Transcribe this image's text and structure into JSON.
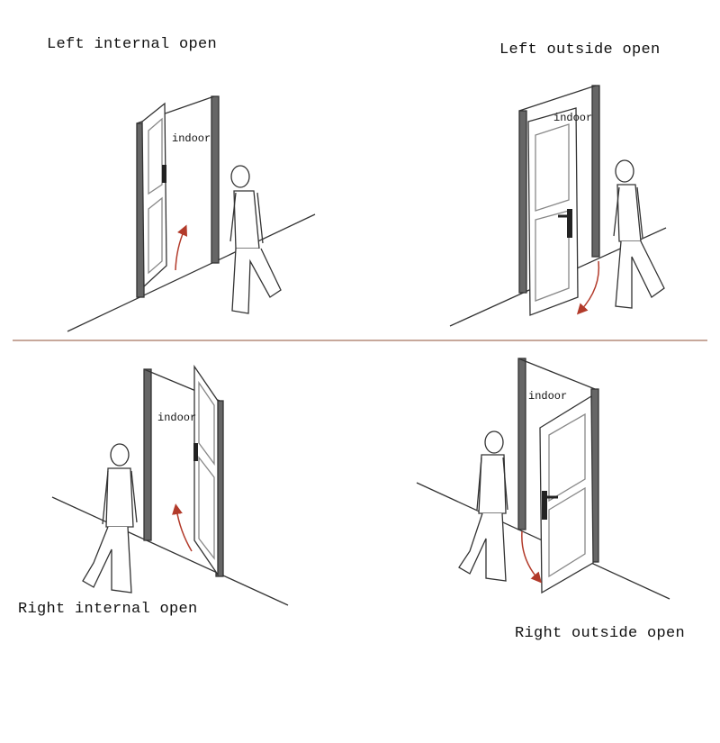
{
  "panels": {
    "top_left": {
      "title": "Left internal open",
      "label": "indoor"
    },
    "top_right": {
      "title": "Left outside open",
      "label": "indoor"
    },
    "bottom_left": {
      "title": "Right internal open",
      "label": "indoor"
    },
    "bottom_right": {
      "title": "Right outside open",
      "label": "indoor"
    }
  },
  "colors": {
    "arrow": "#b23a2a",
    "divider": "#c7a89b",
    "frame": "#4a4a4a"
  }
}
